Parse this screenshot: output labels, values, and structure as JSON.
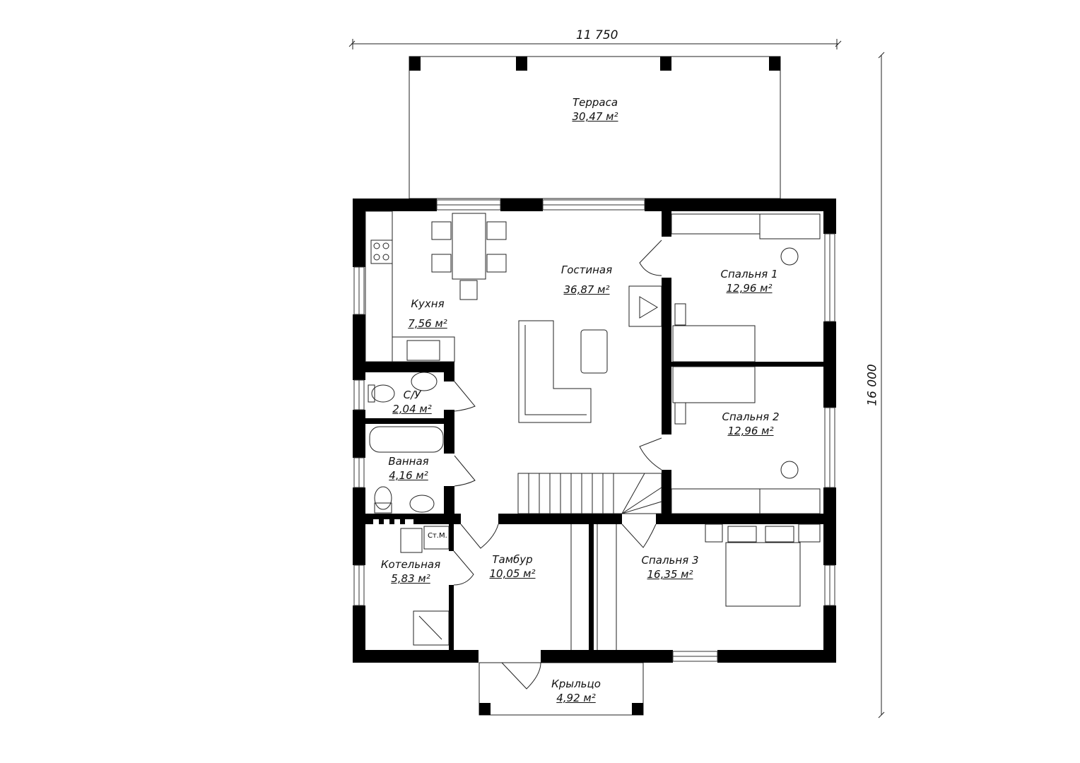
{
  "dimensions": {
    "width": "11 750",
    "height": "16 000"
  },
  "rooms": {
    "terrace": {
      "name": "Терраса",
      "area": "30,47 м²"
    },
    "living": {
      "name": "Гостиная",
      "area": "36,87 м²"
    },
    "kitchen": {
      "name": "Кухня",
      "area": "7,56 м²"
    },
    "bedroom1": {
      "name": "Спальня 1",
      "area": "12,96 м²"
    },
    "bedroom2": {
      "name": "Спальня 2",
      "area": "12,96 м²"
    },
    "wc": {
      "name": "С/У",
      "area": "2,04 м²"
    },
    "bathroom": {
      "name": "Ванная",
      "area": "4,16 м²"
    },
    "boiler": {
      "name": "Котельная",
      "area": "5,83 м²"
    },
    "vestibule": {
      "name": "Тамбур",
      "area": "10,05 м²"
    },
    "bedroom3": {
      "name": "Спальня 3",
      "area": "16,35 м²"
    },
    "porch": {
      "name": "Крыльцо",
      "area": "4,92 м²"
    }
  },
  "fixtures": {
    "washing_machine": "Ст.М."
  }
}
